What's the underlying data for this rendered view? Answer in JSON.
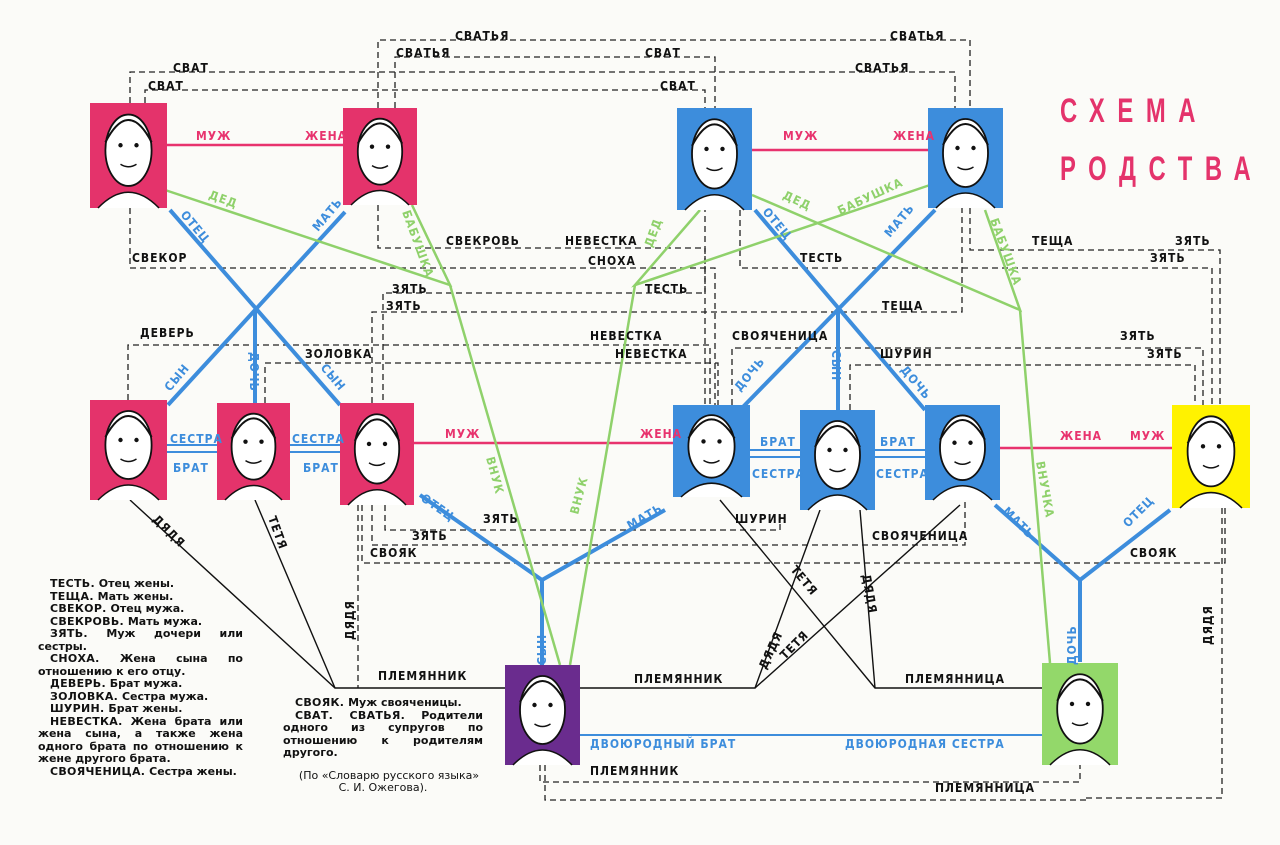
{
  "title": {
    "line1": "СХЕМА",
    "line2": "РОДСТВА"
  },
  "colors": {
    "pink": "#e4336b",
    "blue": "#3d8ddc",
    "green": "#8fd16b",
    "yellow": "#fff200",
    "purple": "#6a2c8e",
    "lightgreen": "#93d86a",
    "line_red": "#e8336e"
  },
  "relations": [
    "МУЖ",
    "ЖЕНА",
    "МУЖ",
    "ЖЕНА",
    "МУЖ",
    "ЖЕНА",
    "ЖЕНА",
    "МУЖ",
    "ОТЕЦ",
    "МАТЬ",
    "СЫН",
    "ДОЧЬ",
    "СЫН",
    "ОТЕЦ",
    "МАТЬ",
    "ДОЧЬ",
    "СЫН",
    "ДОЧЬ",
    "СЕСТРА",
    "БРАТ",
    "СЕСТРА",
    "БРАТ",
    "БРАТ",
    "СЕСТРА",
    "БРАТ",
    "СЕСТРА",
    "ОТЕЦ",
    "МАТЬ",
    "СЫН",
    "МАТЬ",
    "ОТЕЦ",
    "ДОЧЬ",
    "ДЕД",
    "БАБУШКА",
    "ВНУК",
    "ДЕД",
    "ВНУК",
    "ДЕД",
    "БАБУШКА",
    "БАБУШКА",
    "ВНУЧКА",
    "ДЯДЯ",
    "ТЕТЯ",
    "ПЛЕМЯННИК",
    "ПЛЕМЯННИК",
    "ДЯДЯ",
    "ТЕТЯ",
    "ТЕТЯ",
    "ДЯДЯ",
    "ПЛЕМЯННИЦА",
    "ДВОЮРОДНЫЙ БРАТ",
    "ДВОЮРОДНАЯ СЕСТРА",
    "ДЯДЯ",
    "ДЯДЯ",
    "СВАТЬЯ",
    "СВАТЬЯ",
    "СВАТЬЯ",
    "СВАТ",
    "СВАТ",
    "СВАТЬЯ",
    "СВАТ",
    "СВАТ",
    "СВЕКРОВЬ",
    "НЕВЕСТКА",
    "СНОХА",
    "СВЕКОР",
    "ЗЯТЬ",
    "ТЕСТЬ",
    "ЗЯТЬ",
    "ТЕЩА",
    "ТЕСТЬ",
    "ТЕЩА",
    "ЗЯТЬ",
    "ЗЯТЬ",
    "ДЕВЕРЬ",
    "НЕВЕСТКА",
    "ЗОЛОВКА",
    "НЕВЕСТКА",
    "СВОЯЧЕНИЦА",
    "ЗЯТЬ",
    "ШУРИН",
    "ЗЯТЬ",
    "ЗЯТЬ",
    "ШУРИН",
    "ЗЯТЬ",
    "СВОЯЧЕНИЦА",
    "СВОЯК",
    "СВОЯК",
    "ПЛЕМЯННИК",
    "ПЛЕМЯННИЦА"
  ],
  "legend": [
    {
      "term": "ТЕСТЬ.",
      "def": "Отец жены."
    },
    {
      "term": "ТЕЩА.",
      "def": "Мать жены."
    },
    {
      "term": "СВЕКОР.",
      "def": "Отец мужа."
    },
    {
      "term": "СВЕКРОВЬ.",
      "def": "Мать мужа."
    },
    {
      "term": "ЗЯТЬ.",
      "def": "Муж дочери или сестры."
    },
    {
      "term": "СНОХА.",
      "def": "Жена сына по отношению к его отцу."
    },
    {
      "term": "ДЕВЕРЬ.",
      "def": "Брат мужа."
    },
    {
      "term": "ЗОЛОВКА.",
      "def": "Сестра мужа."
    },
    {
      "term": "ШУРИН.",
      "def": "Брат жены."
    },
    {
      "term": "НЕВЕСТКА.",
      "def": "Жена брата или жена сына, а также жена одного брата по отношению к жене другого брата."
    },
    {
      "term": "СВОЯЧЕНИЦА.",
      "def": "Сестра жены."
    }
  ],
  "legend2": [
    {
      "term": "СВОЯК.",
      "def": "Муж свояченицы."
    },
    {
      "term": "СВАТ. СВАТЬЯ.",
      "def": "Родители одного из супругов по отношению к родителям другого."
    }
  ],
  "source": "(По «Словарю русского языка» С. И. Ожегова)."
}
